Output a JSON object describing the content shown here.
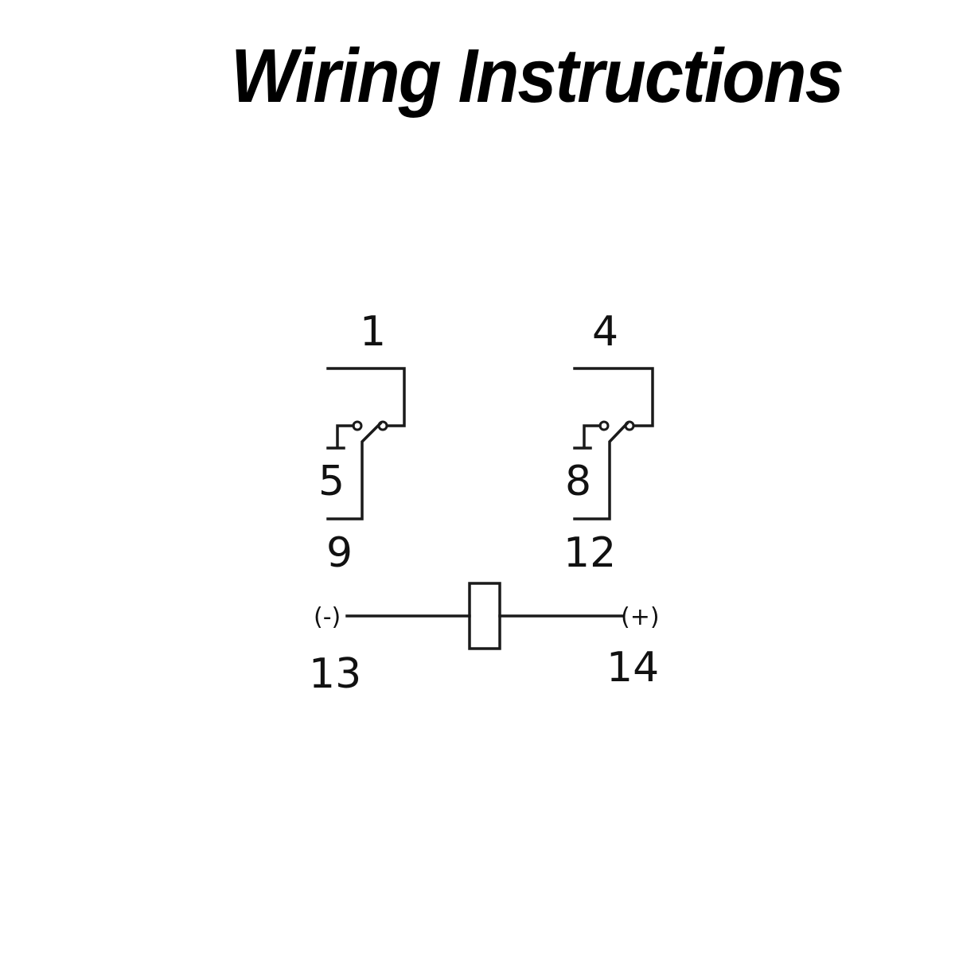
{
  "title": "Wiring Instructions",
  "colors": {
    "text": "#000000",
    "line": "#1a1a1a",
    "background": "#ffffff"
  },
  "pins": {
    "p1": "1",
    "p4": "4",
    "p5": "5",
    "p8": "8",
    "p9": "9",
    "p12": "12",
    "p13": "13",
    "p14": "14"
  },
  "coil": {
    "negative": "(-)",
    "positive": "(+)"
  }
}
